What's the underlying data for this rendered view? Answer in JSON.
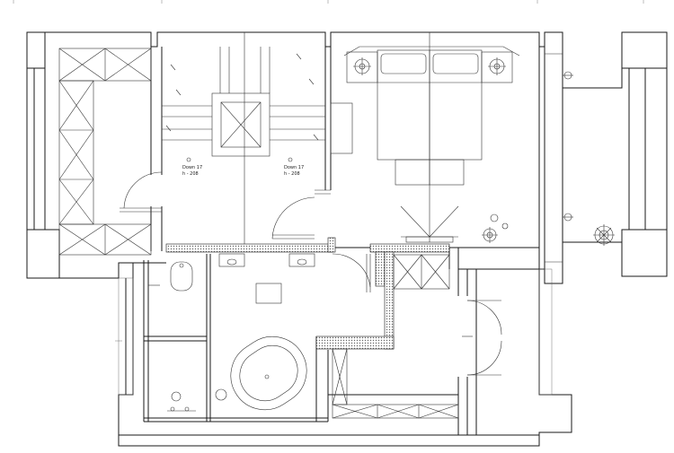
{
  "stair_notes": [
    {
      "line1": "Down 17",
      "line2": "h - 208"
    },
    {
      "line1": "Down 17",
      "line2": "h - 208"
    }
  ],
  "colors": {
    "line": "#1a1a1a",
    "hatch": "#666666",
    "background": "#ffffff"
  }
}
